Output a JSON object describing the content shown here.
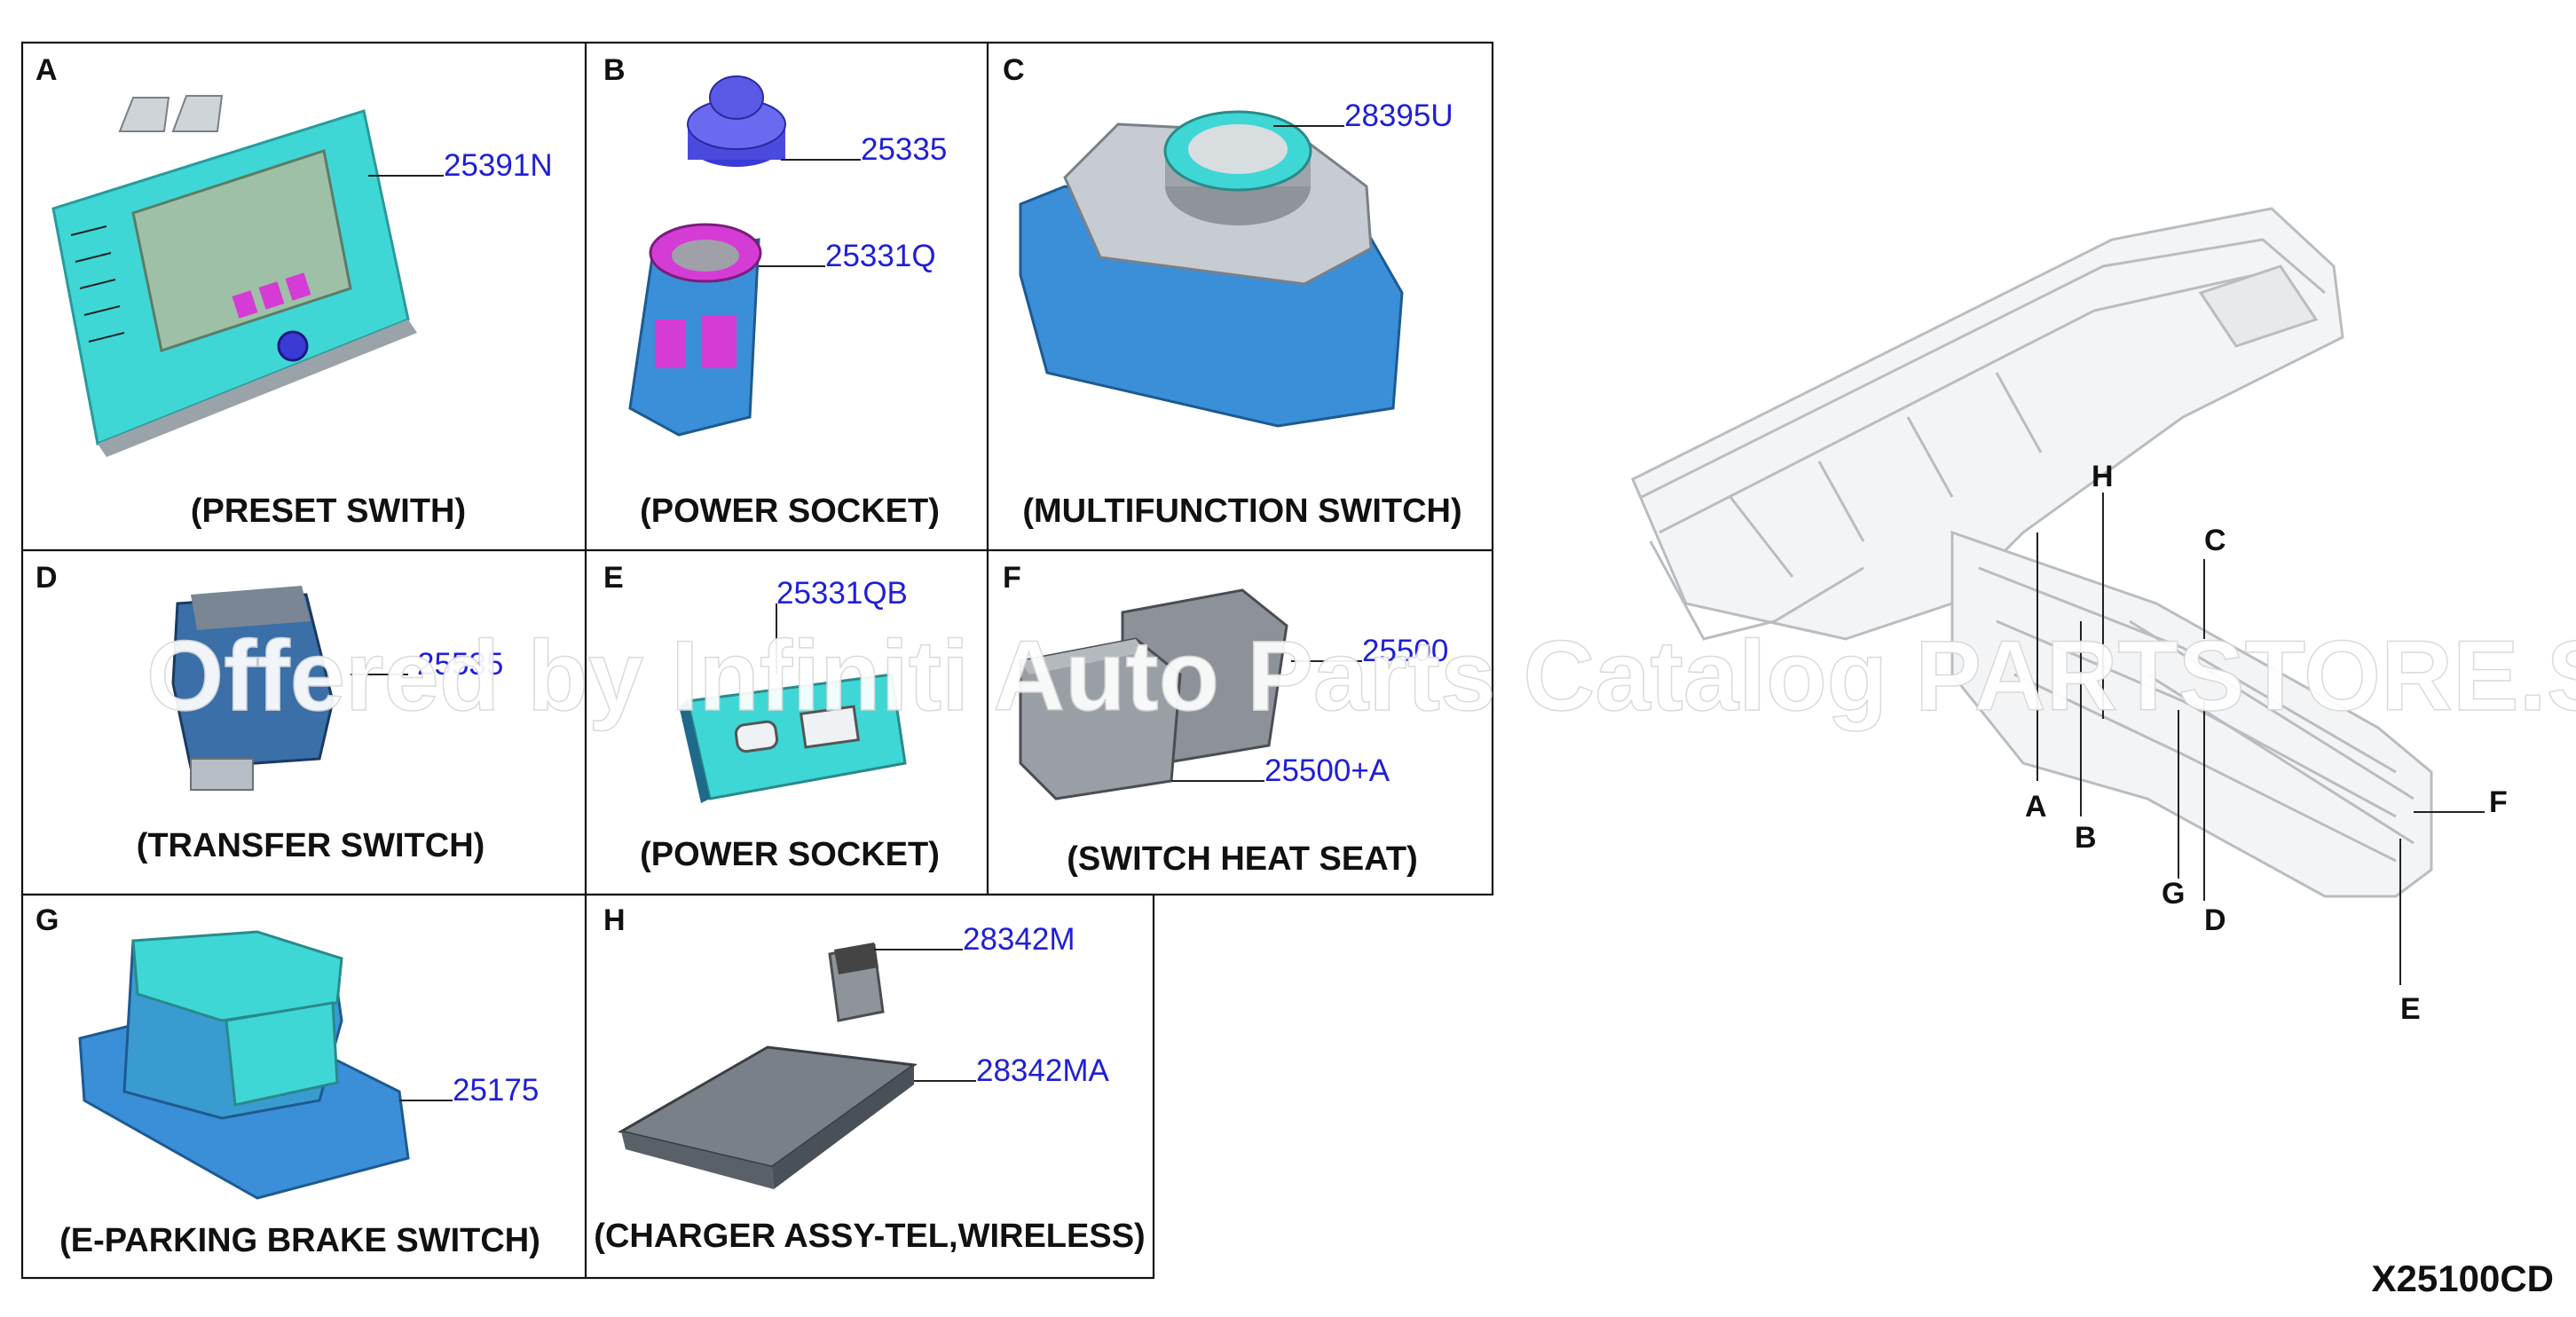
{
  "cells": {
    "A": {
      "letter": "A",
      "caption": "(PRESET SWITH)",
      "parts": [
        "25391N"
      ]
    },
    "B": {
      "letter": "B",
      "caption": "(POWER SOCKET)",
      "parts": [
        "25335",
        "25331Q"
      ]
    },
    "C": {
      "letter": "C",
      "caption": "(MULTIFUNCTION SWITCH)",
      "parts": [
        "28395U"
      ]
    },
    "D": {
      "letter": "D",
      "caption": "(TRANSFER SWITCH)",
      "parts": [
        "25535"
      ]
    },
    "E": {
      "letter": "E",
      "caption": "(POWER SOCKET)",
      "parts": [
        "25331QB"
      ]
    },
    "F": {
      "letter": "F",
      "caption": "(SWITCH HEAT SEAT)",
      "parts": [
        "25500",
        "25500+A"
      ]
    },
    "G": {
      "letter": "G",
      "caption": "(E-PARKING BRAKE SWITCH)",
      "parts": [
        "25175"
      ]
    },
    "H": {
      "letter": "H",
      "caption": "(CHARGER ASSY-TEL,WIRELESS)",
      "parts": [
        "28342M",
        "28342MA"
      ]
    }
  },
  "locators": [
    "A",
    "B",
    "C",
    "D",
    "E",
    "F",
    "G",
    "H"
  ],
  "diagram_ref": "X25100CD",
  "watermark": "Offered by Infiniti Auto Parts Catalog PARTSTORE.SH",
  "colors": {
    "partno": "#1f1fd6",
    "teal": "#3fd6d6",
    "blue": "#3a8fd8",
    "magenta": "#d53cd5",
    "gray": "#8a8f95"
  }
}
